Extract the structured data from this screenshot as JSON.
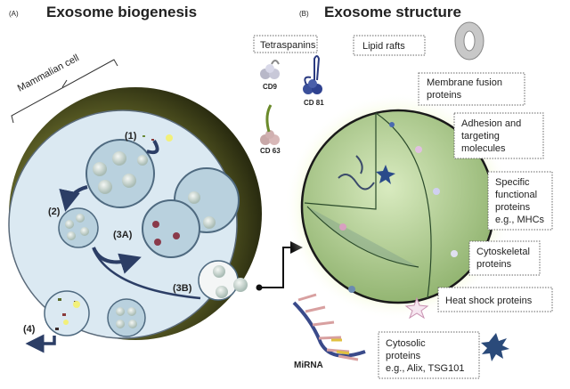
{
  "panel_a": {
    "letter": "(A)",
    "title": "Exosome biogenesis",
    "cell_label": "Mammalian cell",
    "steps": [
      "(1)",
      "(2)",
      "(3A)",
      "(3B)",
      "(4)"
    ]
  },
  "panel_b": {
    "letter": "(B)",
    "title": "Exosome structure",
    "tetraspanins": "Tetraspanins",
    "lipid_rafts": "Lipid rafts",
    "cd9": "CD9",
    "cd81": "CD 81",
    "cd63": "CD 63",
    "membrane_fusion": [
      "Membrane fusion",
      "proteins"
    ],
    "adhesion": [
      "Adhesion and",
      "targeting",
      "molecules"
    ],
    "specific": [
      "Specific",
      "functional",
      "proteins",
      "e.g., MHCs"
    ],
    "cytoskeletal": [
      "Cytoskeletal",
      "proteins"
    ],
    "heat_shock": "Heat shock proteins",
    "cytosolic": [
      "Cytosolic",
      "proteins",
      "e.g., Alix, TSG101"
    ],
    "mirna": "MiRNA"
  },
  "colors": {
    "cell_shell": "#4a4d1c",
    "cytoplasm": "#dbe9f2",
    "vesicle": "#b9d1de",
    "arrow": "#2c3e66",
    "exosome_green": "#b7d38a"
  }
}
